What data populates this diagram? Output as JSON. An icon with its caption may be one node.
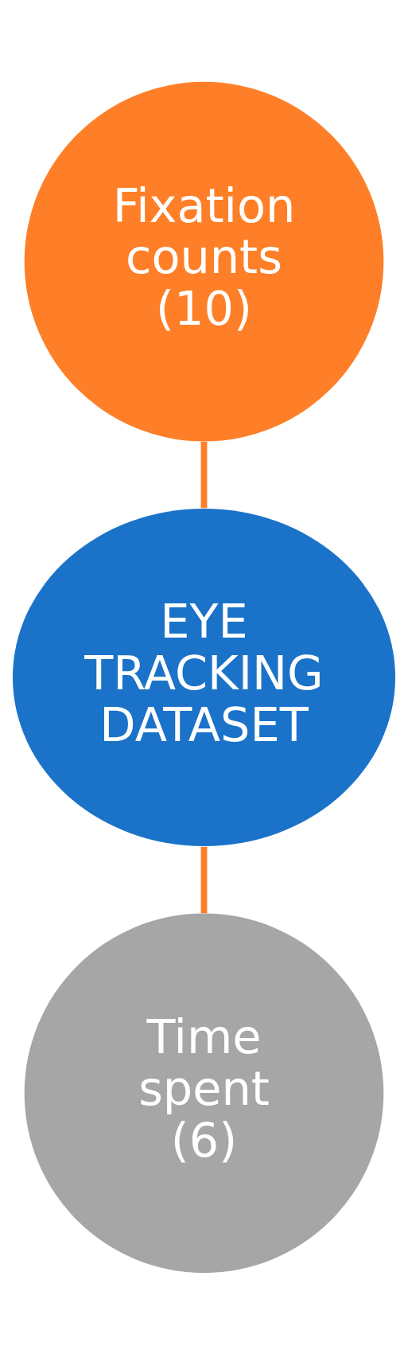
{
  "diagram": {
    "nodes": [
      {
        "text": [
          "Fixation counts (10)"
        ]
      },
      {
        "text": [
          "EYE TRACKING DATASET"
        ]
      },
      {
        "text": [
          "Time spent (6)"
        ]
      }
    ],
    "edges": [
      {
        "from": 0,
        "to": 1,
        "arrow": "none"
      },
      {
        "from": 1,
        "to": 2,
        "arrow": "none"
      }
    ]
  }
}
